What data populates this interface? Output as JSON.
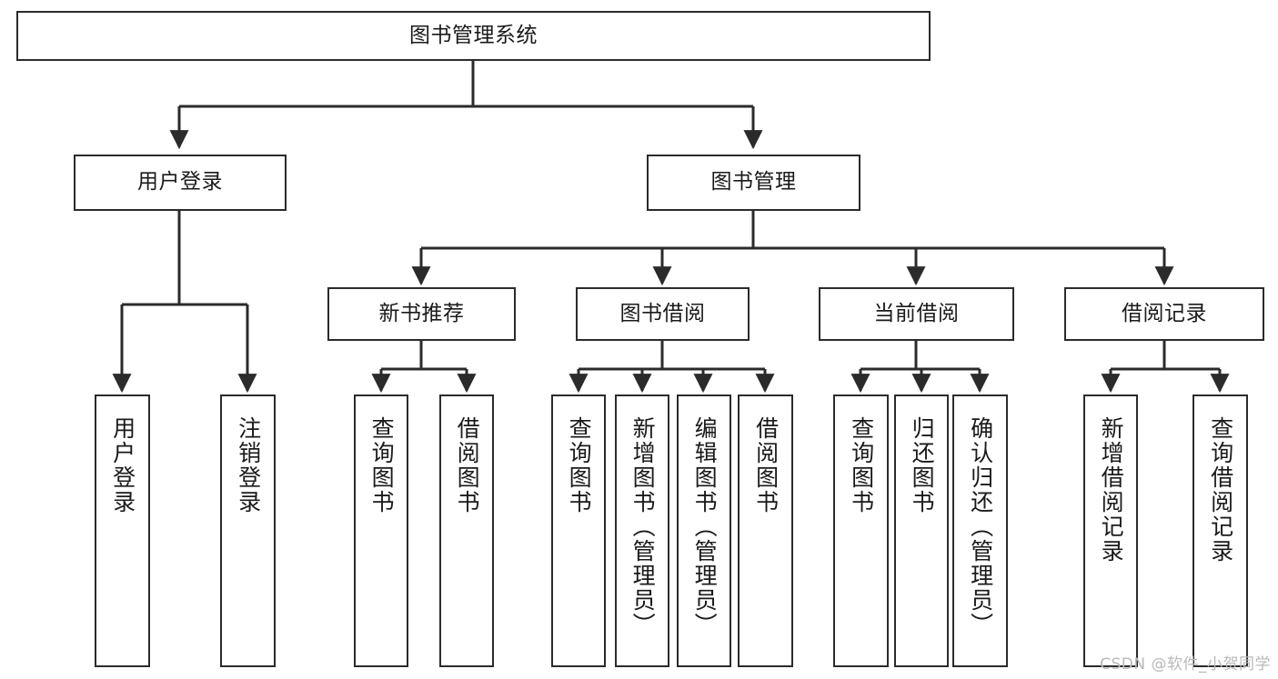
{
  "diagram": {
    "title": "图书管理系统",
    "type": "tree-hierarchy-diagram",
    "colors": {
      "stroke": "#2b2b2b",
      "fill": "#ffffff",
      "text": "#1a1a1a",
      "watermark": "#b9b9b9"
    },
    "nodes": {
      "root": {
        "label": "图书管理系统",
        "orientation": "horizontal"
      },
      "level2": [
        {
          "label": "用户登录",
          "orientation": "horizontal"
        },
        {
          "label": "图书管理",
          "orientation": "horizontal"
        }
      ],
      "level3": [
        {
          "label": "新书推荐",
          "orientation": "horizontal"
        },
        {
          "label": "图书借阅",
          "orientation": "horizontal"
        },
        {
          "label": "当前借阅",
          "orientation": "horizontal"
        },
        {
          "label": "借阅记录",
          "orientation": "horizontal"
        }
      ],
      "leaves": {
        "user_login": [
          {
            "label": "用户登录",
            "orientation": "vertical"
          },
          {
            "label": "注销登录",
            "orientation": "vertical"
          }
        ],
        "new_book_recommend": [
          {
            "label": "查询图书",
            "orientation": "vertical"
          },
          {
            "label": "借阅图书",
            "orientation": "vertical"
          }
        ],
        "book_borrow": [
          {
            "label": "查询图书",
            "orientation": "vertical"
          },
          {
            "label": "新增图书（管理员）",
            "orientation": "vertical"
          },
          {
            "label": "编辑图书（管理员）",
            "orientation": "vertical"
          },
          {
            "label": "借阅图书",
            "orientation": "vertical"
          }
        ],
        "current_borrow": [
          {
            "label": "查询图书",
            "orientation": "vertical"
          },
          {
            "label": "归还图书",
            "orientation": "vertical"
          },
          {
            "label": "确认归还（管理员）",
            "orientation": "vertical"
          }
        ],
        "borrow_record": [
          {
            "label": "新增借阅记录",
            "orientation": "vertical"
          },
          {
            "label": "查询借阅记录",
            "orientation": "vertical"
          }
        ]
      }
    },
    "watermark": "CSDN @软件_小贺同学"
  }
}
